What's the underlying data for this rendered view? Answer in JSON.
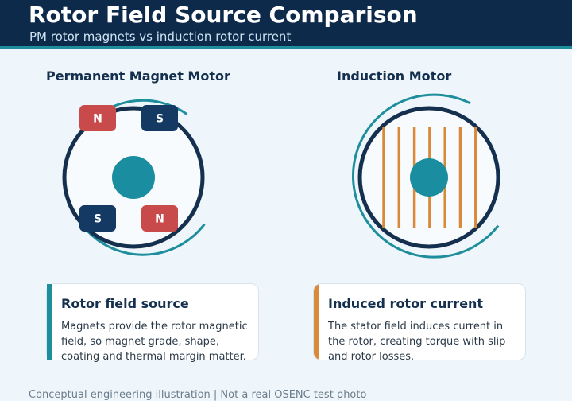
{
  "header": {
    "title": "Rotor Field Source Comparison",
    "subtitle": "PM rotor magnets vs induction rotor current"
  },
  "pm_panel": {
    "title": "Permanent Magnet Motor",
    "magnets": [
      {
        "label": "N",
        "pole": "north"
      },
      {
        "label": "S",
        "pole": "south"
      },
      {
        "label": "S",
        "pole": "south"
      },
      {
        "label": "N",
        "pole": "north"
      }
    ]
  },
  "im_panel": {
    "title": "Induction Motor",
    "rotor_bar_count": 7
  },
  "cards": {
    "pm": {
      "title": "Rotor field source",
      "body": "Magnets provide the rotor magnetic field, so magnet grade, shape, coating and thermal margin matter."
    },
    "im": {
      "title": "Induced rotor current",
      "body": "The stator field induces current in the rotor, creating torque with slip and rotor losses."
    }
  },
  "footer": "Conceptual engineering illustration | Not a real OSENC test photo",
  "colors": {
    "header_bg": "#0e2a4b",
    "accent_teal": "#1f8e9c",
    "navy": "#14304e",
    "north_red": "#c94a4a",
    "south_navy": "#143a63",
    "rotor_bar_orange": "#d9893a",
    "background": "#eef6fb"
  }
}
